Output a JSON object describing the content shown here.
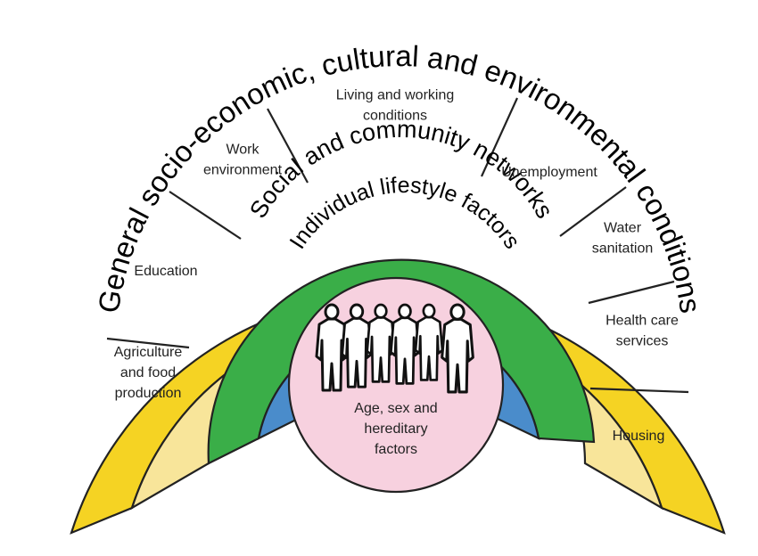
{
  "rings": {
    "general": "General socio-economic, cultural and environmental conditions",
    "social": "Social and community networks",
    "individual": "Individual lifestyle factors"
  },
  "center": {
    "label_lines": [
      "Age, sex and",
      "hereditary",
      "factors"
    ],
    "icon": "people-silhouettes-icon"
  },
  "segments": [
    {
      "id": "agriculture",
      "lines": [
        "Agriculture",
        "and food",
        "production"
      ]
    },
    {
      "id": "education",
      "lines": [
        "Education"
      ]
    },
    {
      "id": "work-environment",
      "lines": [
        "Work",
        "environment"
      ]
    },
    {
      "id": "living-working",
      "lines": [
        "Living and working",
        "conditions"
      ]
    },
    {
      "id": "unemployment",
      "lines": [
        "Unemployment"
      ]
    },
    {
      "id": "water-sanitation",
      "lines": [
        "Water",
        "sanitation"
      ]
    },
    {
      "id": "health-care",
      "lines": [
        "Health care",
        "services"
      ]
    },
    {
      "id": "housing",
      "lines": [
        "Housing"
      ]
    }
  ],
  "colors": {
    "outer_ring": "#f5d323",
    "segments": "#f8e59a",
    "social_ring": "#3aae48",
    "individual_ring": "#4a8ccb",
    "center": "#f7d1df",
    "outline": "#222222"
  }
}
